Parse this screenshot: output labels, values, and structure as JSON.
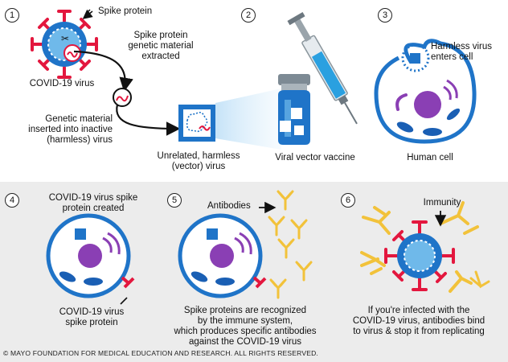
{
  "steps": [
    {
      "number": "1"
    },
    {
      "number": "2"
    },
    {
      "number": "3"
    },
    {
      "number": "4"
    },
    {
      "number": "5"
    },
    {
      "number": "6"
    }
  ],
  "labels": {
    "spike_protein": "Spike protein",
    "genetic_extracted": "Spike protein\ngenetic material\nextracted",
    "covid_virus": "COVID-19 virus",
    "genetic_inserted": "Genetic material\ninserted into inactive\n(harmless) virus",
    "vector_virus": "Unrelated, harmless\n(vector) virus",
    "viral_vector_vaccine": "Viral vector vaccine",
    "harmless_enters": "Harmless virus\nenters cell",
    "human_cell": "Human cell",
    "spike_created": "COVID-19 virus spike\nprotein created",
    "covid_spike_protein": "COVID-19 virus\nspike protein",
    "antibodies": "Antibodies",
    "recognized": "Spike proteins are recognized\nby the immune system,\nwhich produces specific antibodies\nagainst the COVID-19 virus",
    "immunity": "Immunity",
    "infected": "If you're infected with the\nCOVID-19 virus, antibodies bind\nto virus & stop it from replicating"
  },
  "copyright": "© MAYO FOUNDATION FOR MEDICAL EDUCATION AND RESEARCH. ALL RIGHTS RESERVED.",
  "colors": {
    "spike_red": "#e3173e",
    "virus_blue": "#1f74c8",
    "cell_blue": "#1a5fb4",
    "nucleus_purple": "#8a3fb4",
    "antibody_yellow": "#f2c23a",
    "panel_gray": "#ececec"
  }
}
